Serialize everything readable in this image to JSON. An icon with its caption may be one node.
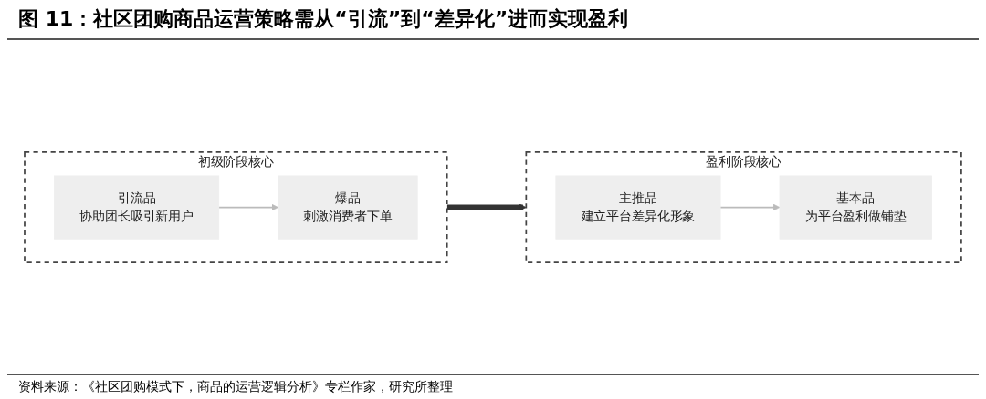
{
  "diagram": {
    "title": "图 11：社区团购商品运营策略需从“引流”到“差异化”进而实现盈利",
    "caption": "资料来源：《社区团购模式下，商品的运营逻辑分析》专栏作家，研究所整理",
    "nodes": [
      {
        "text": [
          "初级阶段核心"
        ]
      },
      {
        "text": [
          "引流品",
          "协助团长吸引新用户"
        ],
        "in": 0
      },
      {
        "text": [
          "爆品",
          "刺激消费者下单"
        ],
        "in": 0
      },
      {
        "text": [
          "盈利阶段核心"
        ]
      },
      {
        "text": [
          "主推品",
          "建立平台差异化形象"
        ],
        "in": 3
      },
      {
        "text": [
          "基本品",
          "为平台盈利做铺垫"
        ],
        "in": 3
      }
    ],
    "edges": [
      {
        "from": 1,
        "to": 2,
        "arrow": "to"
      },
      {
        "from": 0,
        "to": 3,
        "arrow": "to",
        "style": "thick",
        "color": "#333333"
      },
      {
        "from": 4,
        "to": 5,
        "arrow": "to"
      }
    ]
  }
}
